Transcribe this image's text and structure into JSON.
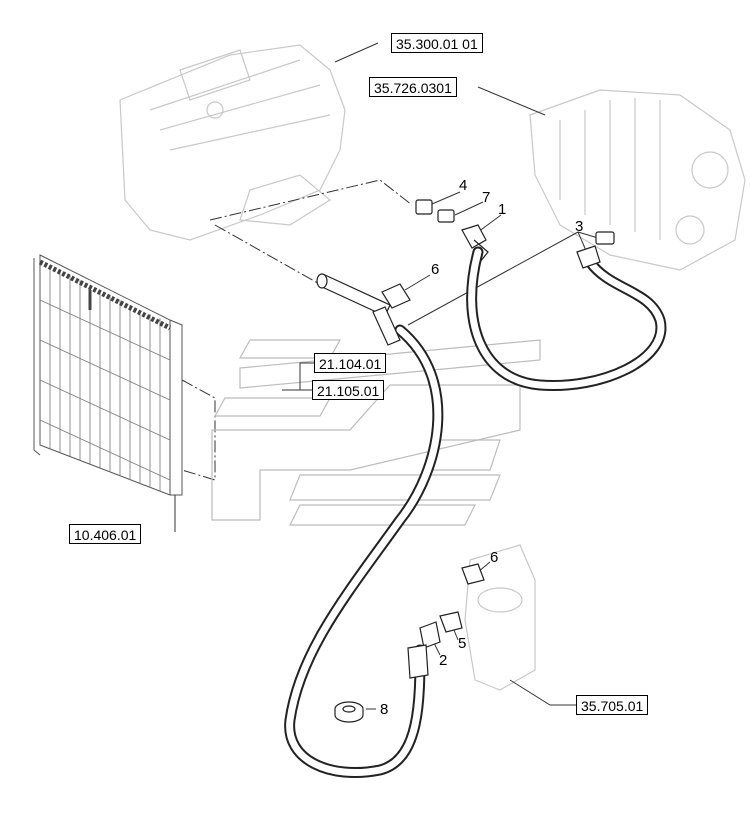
{
  "references": {
    "top": "35.300.01 01",
    "valve": "35.726.0301",
    "mid1": "21.104.01",
    "mid2": "21.105.01",
    "radiator": "10.406.01",
    "filter": "35.705.01"
  },
  "callouts": {
    "c4": "4",
    "c7": "7",
    "c1": "1",
    "c3": "3",
    "c6a": "6",
    "c6b": "6",
    "c5": "5",
    "c2": "2",
    "c8": "8"
  }
}
